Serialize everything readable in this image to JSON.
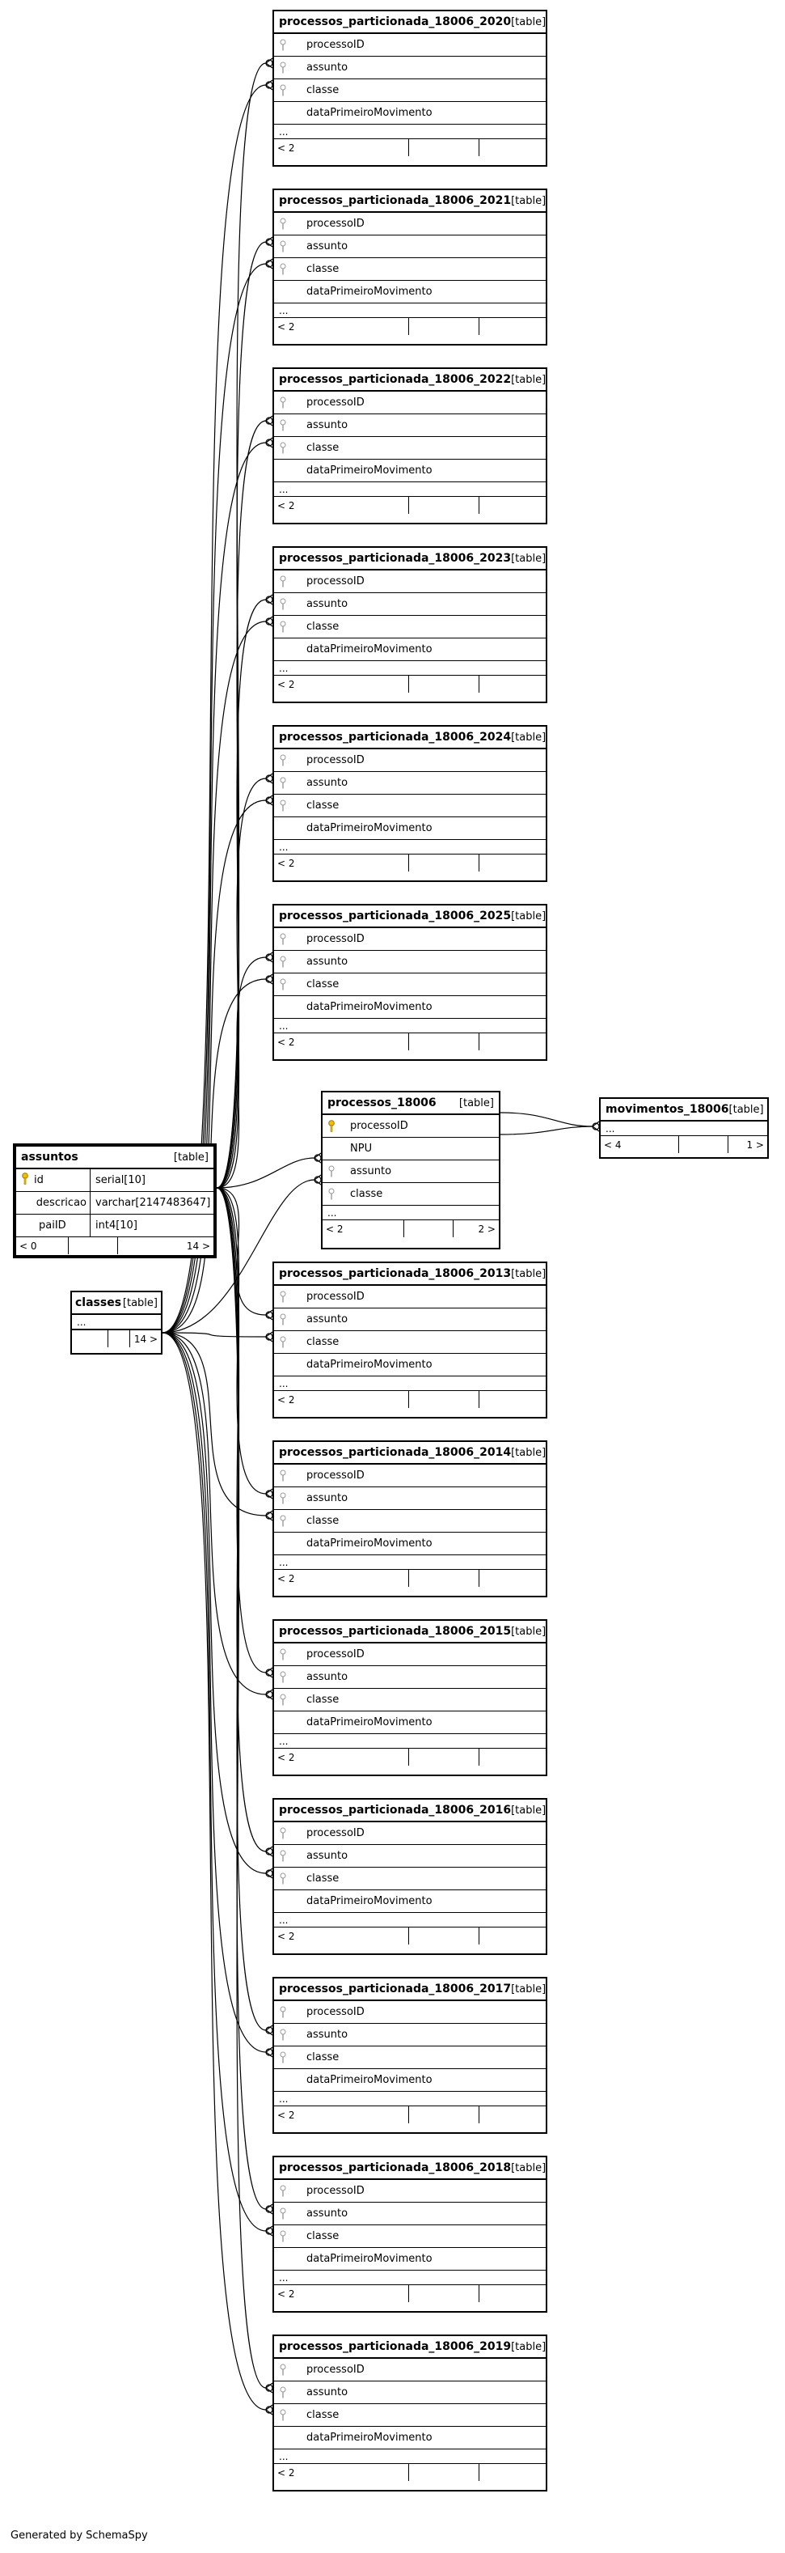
{
  "generated_by": "Generated by SchemaSpy",
  "partition_columns": [
    "processoID",
    "assunto",
    "classe",
    "dataPrimeiroMovimento"
  ],
  "partition_ellipsis": "...",
  "partition_footer_left": "< 2",
  "partition_type": "[table]",
  "partitions": [
    {
      "name": "processos_particionada_18006_2020"
    },
    {
      "name": "processos_particionada_18006_2021"
    },
    {
      "name": "processos_particionada_18006_2022"
    },
    {
      "name": "processos_particionada_18006_2023"
    },
    {
      "name": "processos_particionada_18006_2024"
    },
    {
      "name": "processos_particionada_18006_2025"
    },
    {
      "name": "processos_particionada_18006_2013"
    },
    {
      "name": "processos_particionada_18006_2014"
    },
    {
      "name": "processos_particionada_18006_2015"
    },
    {
      "name": "processos_particionada_18006_2016"
    },
    {
      "name": "processos_particionada_18006_2017"
    },
    {
      "name": "processos_particionada_18006_2018"
    },
    {
      "name": "processos_particionada_18006_2019"
    }
  ],
  "processos": {
    "name": "processos_18006",
    "type": "[table]",
    "columns": [
      "processoID",
      "NPU",
      "assunto",
      "classe"
    ],
    "ellipsis": "...",
    "footer_left": "< 2",
    "footer_right": "2 >"
  },
  "movimentos": {
    "name": "movimentos_18006",
    "type": "[table]",
    "ellipsis": "...",
    "footer_left": "< 4",
    "footer_right": "1 >"
  },
  "assuntos": {
    "name": "assuntos",
    "type": "[table]",
    "columns": [
      {
        "name": "id",
        "type": "serial[10]"
      },
      {
        "name": "descricao",
        "type": "varchar[2147483647]"
      },
      {
        "name": "paiID",
        "type": "int4[10]"
      }
    ],
    "footer_left": "< 0",
    "footer_right": "14 >"
  },
  "classes": {
    "name": "classes",
    "type": "[table]",
    "ellipsis": "...",
    "footer_right": "14 >"
  }
}
